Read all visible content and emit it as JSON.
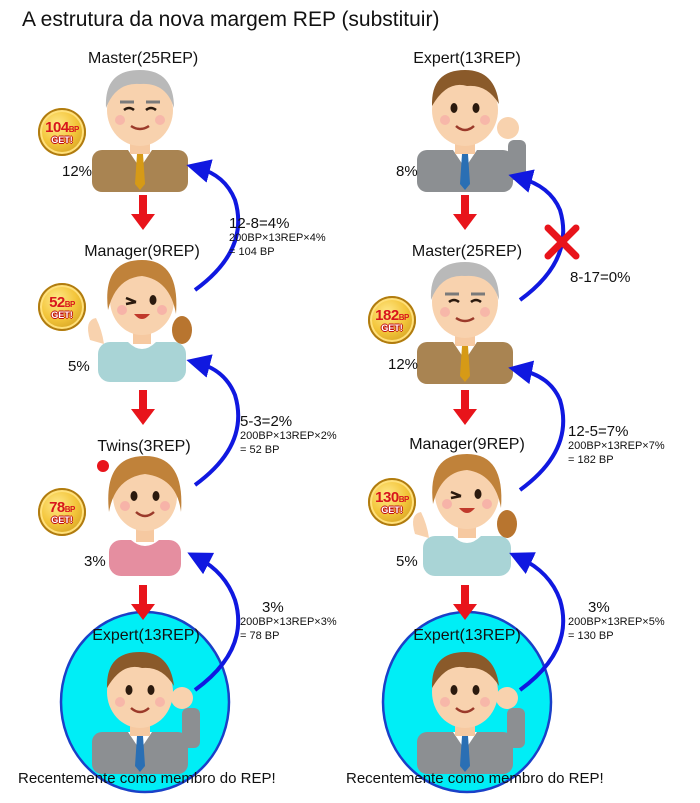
{
  "title": "A estrutura da nova margem REP (substituir)",
  "colors": {
    "down_arrow": "#e8141b",
    "up_arrow": "#1018e0",
    "highlight": "#00eef6",
    "cross": "#e8141b"
  },
  "left": {
    "nodes": [
      {
        "label": "Master(25REP)",
        "pct": "12%",
        "badge_value": "104",
        "badge_unit": "BP",
        "badge_get": "GET!",
        "person": "elderly-man"
      },
      {
        "label": "Manager(9REP)",
        "pct": "5%",
        "badge_value": "52",
        "badge_unit": "BP",
        "badge_get": "GET!",
        "person": "woman"
      },
      {
        "label": "Twins(3REP)",
        "pct": "3%",
        "badge_value": "78",
        "badge_unit": "BP",
        "badge_get": "GET!",
        "person": "girl"
      },
      {
        "label": "Expert(13REP)",
        "person": "young-man",
        "highlighted": true
      }
    ],
    "formulas": [
      {
        "line1": "12-8=4%",
        "line2": "200BP×13REP×4%",
        "line3": "= 104 BP"
      },
      {
        "line1": "5-3=2%",
        "line2": "200BP×13REP×2%",
        "line3": "= 52 BP"
      },
      {
        "line1": "3%",
        "line2": "200BP×13REP×3%",
        "line3": "= 78 BP"
      }
    ],
    "footer": "Recentemente como membro do REP!"
  },
  "right": {
    "nodes": [
      {
        "label": "Expert(13REP)",
        "pct": "8%",
        "person": "young-man-raise"
      },
      {
        "label": "Master(25REP)",
        "pct": "12%",
        "badge_value": "182",
        "badge_unit": "BP",
        "badge_get": "GET!",
        "person": "elderly-man"
      },
      {
        "label": "Manager(9REP)",
        "pct": "5%",
        "badge_value": "130",
        "badge_unit": "BP",
        "badge_get": "GET!",
        "person": "woman"
      },
      {
        "label": "Expert(13REP)",
        "person": "young-man",
        "highlighted": true
      }
    ],
    "formulas": [
      {
        "line1": "8-17=0%",
        "line2": "",
        "line3": ""
      },
      {
        "line1": "12-5=7%",
        "line2": "200BP×13REP×7%",
        "line3": "= 182 BP"
      },
      {
        "line1": "3%",
        "line2": "200BP×13REP×5%",
        "line3": "= 130 BP"
      }
    ],
    "footer": "Recentemente como membro do REP!"
  }
}
